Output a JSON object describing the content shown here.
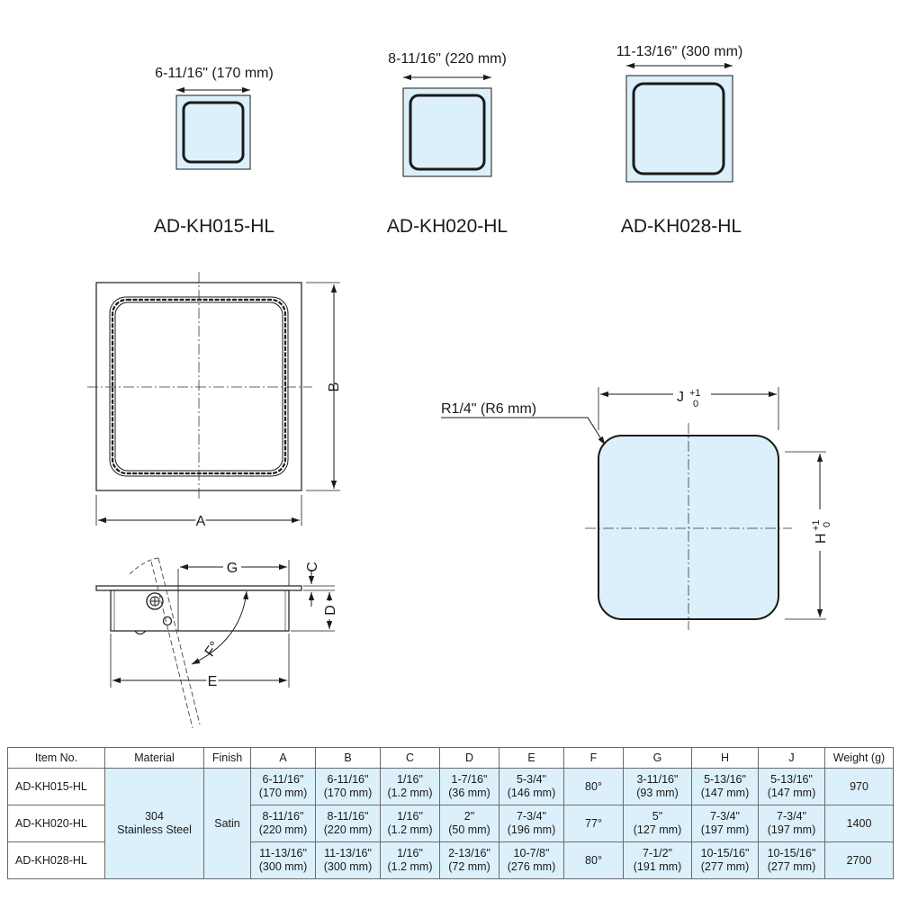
{
  "top_models": [
    {
      "name": "AD-KH015-HL",
      "width_label": "6-11/16\" (170 mm)"
    },
    {
      "name": "AD-KH020-HL",
      "width_label": "8-11/16\" (220 mm)"
    },
    {
      "name": "AD-KH028-HL",
      "width_label": "11-13/16\" (300 mm)"
    }
  ],
  "dims": {
    "A": "A",
    "B": "B",
    "C": "C",
    "D": "D",
    "E": "E",
    "G": "G",
    "F": "F°",
    "J": "J",
    "H": "H",
    "tol_plus": "+1",
    "tol_zero": "0",
    "radius": "R1/4\" (R6 mm)"
  },
  "table": {
    "headers": [
      "Item No.",
      "Material",
      "Finish",
      "A",
      "B",
      "C",
      "D",
      "E",
      "F",
      "G",
      "H",
      "J",
      "Weight (g)"
    ],
    "material": [
      "304",
      "Stainless Steel"
    ],
    "finish": "Satin",
    "rows": [
      {
        "item": "AD-KH015-HL",
        "A": [
          "6-11/16\"",
          "(170 mm)"
        ],
        "B": [
          "6-11/16\"",
          "(170 mm)"
        ],
        "C": [
          "1/16\"",
          "(1.2 mm)"
        ],
        "D": [
          "1-7/16\"",
          "(36 mm)"
        ],
        "E": [
          "5-3/4\"",
          "(146 mm)"
        ],
        "F": "80°",
        "G": [
          "3-11/16\"",
          "(93 mm)"
        ],
        "H": [
          "5-13/16\"",
          "(147 mm)"
        ],
        "J": [
          "5-13/16\"",
          "(147 mm)"
        ],
        "weight": "970"
      },
      {
        "item": "AD-KH020-HL",
        "A": [
          "8-11/16\"",
          "(220 mm)"
        ],
        "B": [
          "8-11/16\"",
          "(220 mm)"
        ],
        "C": [
          "1/16\"",
          "(1.2 mm)"
        ],
        "D": [
          "2\"",
          "(50 mm)"
        ],
        "E": [
          "7-3/4\"",
          "(196 mm)"
        ],
        "F": "77°",
        "G": [
          "5\"",
          "(127 mm)"
        ],
        "H": [
          "7-3/4\"",
          "(197 mm)"
        ],
        "J": [
          "7-3/4\"",
          "(197 mm)"
        ],
        "weight": "1400"
      },
      {
        "item": "AD-KH028-HL",
        "A": [
          "11-13/16\"",
          "(300 mm)"
        ],
        "B": [
          "11-13/16\"",
          "(300 mm)"
        ],
        "C": [
          "1/16\"",
          "(1.2 mm)"
        ],
        "D": [
          "2-13/16\"",
          "(72 mm)"
        ],
        "E": [
          "10-7/8\"",
          "(276 mm)"
        ],
        "F": "80°",
        "G": [
          "7-1/2\"",
          "(191 mm)"
        ],
        "H": [
          "10-15/16\"",
          "(277 mm)"
        ],
        "J": [
          "10-15/16\"",
          "(277 mm)"
        ],
        "weight": "2700"
      }
    ]
  },
  "colors": {
    "fill": "#dcf0fb",
    "line": "#1a1a1a",
    "table_border": "#6b6b6b"
  }
}
